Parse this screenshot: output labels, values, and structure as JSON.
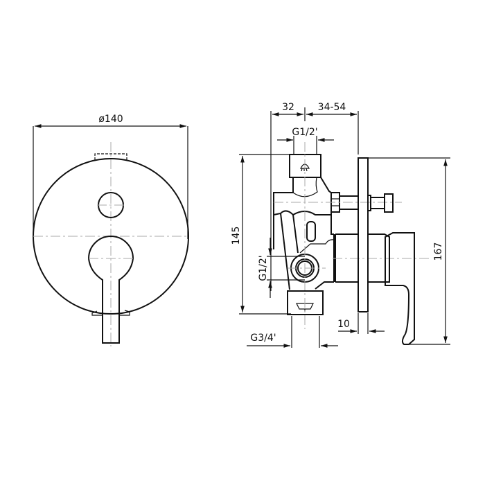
{
  "drawing": {
    "front_view": {
      "diameter_label": "ø140"
    },
    "side_view": {
      "dim_top_left": "32",
      "dim_top_right": "34-54",
      "dim_top_thread": "G1/2'",
      "dim_height_inner": "145",
      "dim_side_thread": "G1/2'",
      "dim_height_outer": "167",
      "dim_bottom_thread": "G3/4'",
      "dim_plate_thickness": "10"
    },
    "icons": {
      "top_outlet": "shower-head-icon",
      "bottom_outlet": "bath-tub-icon"
    },
    "colors": {
      "line": "#111111",
      "centerline": "#aaaaaa",
      "background": "#ffffff"
    }
  }
}
